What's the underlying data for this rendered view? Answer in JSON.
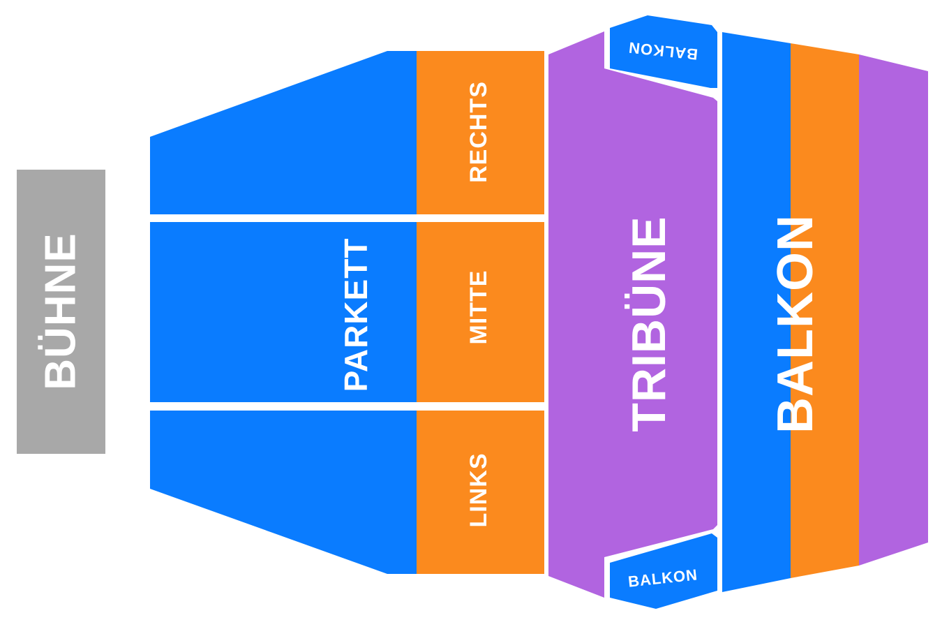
{
  "colors": {
    "stage": "#a8a8a8",
    "blue": "#0a7cff",
    "orange": "#fb8a1e",
    "purple": "#b164e0",
    "background": "#ffffff"
  },
  "stage": {
    "label": "BÜHNE"
  },
  "parkett": {
    "label": "PARKETT",
    "sections": [
      {
        "id": "rechts",
        "label": "RECHTS"
      },
      {
        "id": "mitte",
        "label": "MITTE"
      },
      {
        "id": "links",
        "label": "LINKS"
      }
    ]
  },
  "tribune": {
    "label": "TRIBÜNE"
  },
  "balkon": {
    "label": "BALKON",
    "side_top_label": "BALKON",
    "side_bottom_label": "BALKON"
  }
}
